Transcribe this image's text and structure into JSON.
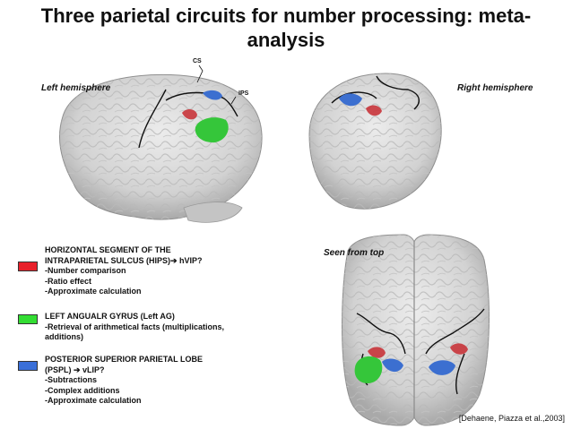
{
  "title_line1": "Three parietal circuits for number processing: meta-",
  "title_line2": "analysis",
  "labels": {
    "left_hemisphere": "Left hemisphere",
    "right_hemisphere": "Right hemisphere",
    "seen_from_top": "Seen from top",
    "cs": "CS",
    "ips": "IPS"
  },
  "legend": [
    {
      "color": "#e8202a",
      "lines": [
        "HORIZONTAL SEGMENT OF THE",
        "INTRAPARIETAL SULCUS (HIPS)➔ hVIP?",
        "-Number comparison",
        "-Ratio effect",
        "-Approximate calculation"
      ]
    },
    {
      "color": "#33dd33",
      "lines": [
        "LEFT ANGUALR GYRUS (Left AG)",
        "-Retrieval of arithmetical facts (multiplications,",
        "additions)"
      ]
    },
    {
      "color": "#3a6fd8",
      "lines": [
        "POSTERIOR SUPERIOR PARIETAL LOBE",
        "(PSPL) ➔ vLIP?",
        "-Subtractions",
        "-Complex additions",
        "-Approximate calculation"
      ]
    }
  ],
  "citation": "[Dehaene, Piazza et al.,2003]",
  "colors": {
    "hips": "#c8343a",
    "ag": "#35c63a",
    "pspl": "#3c6fd0"
  }
}
